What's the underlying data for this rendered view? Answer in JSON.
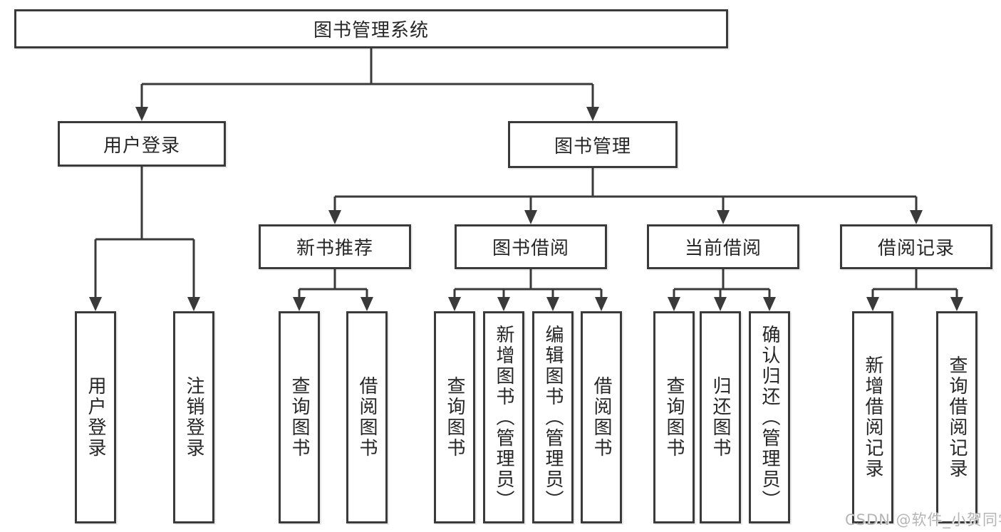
{
  "diagram": {
    "colors": {
      "line": "#3a3a3a",
      "box_border": "#3a3a3a",
      "box_background": "#ffffff",
      "text": "#262626",
      "watermark_text": "#b5b5b5",
      "page_background": "#ffffff"
    },
    "tree": {
      "root": "图书管理系统",
      "branches": [
        {
          "label": "用户登录",
          "children": [
            "用户登录",
            "注销登录"
          ]
        },
        {
          "label": "图书管理",
          "groups": [
            {
              "label": "新书推荐",
              "children": [
                "查询图书",
                "借阅图书"
              ]
            },
            {
              "label": "图书借阅",
              "children": [
                "查询图书",
                "新增图书（管理员）",
                "编辑图书（管理员）",
                "借阅图书"
              ]
            },
            {
              "label": "当前借阅",
              "children": [
                "查询图书",
                "归还图书",
                "确认归还（管理员）"
              ]
            },
            {
              "label": "借阅记录",
              "children": [
                "新增借阅记录",
                "查询借阅记录"
              ]
            }
          ]
        }
      ]
    },
    "watermark": {
      "text": "CSDN @软件_小贺同学"
    }
  }
}
